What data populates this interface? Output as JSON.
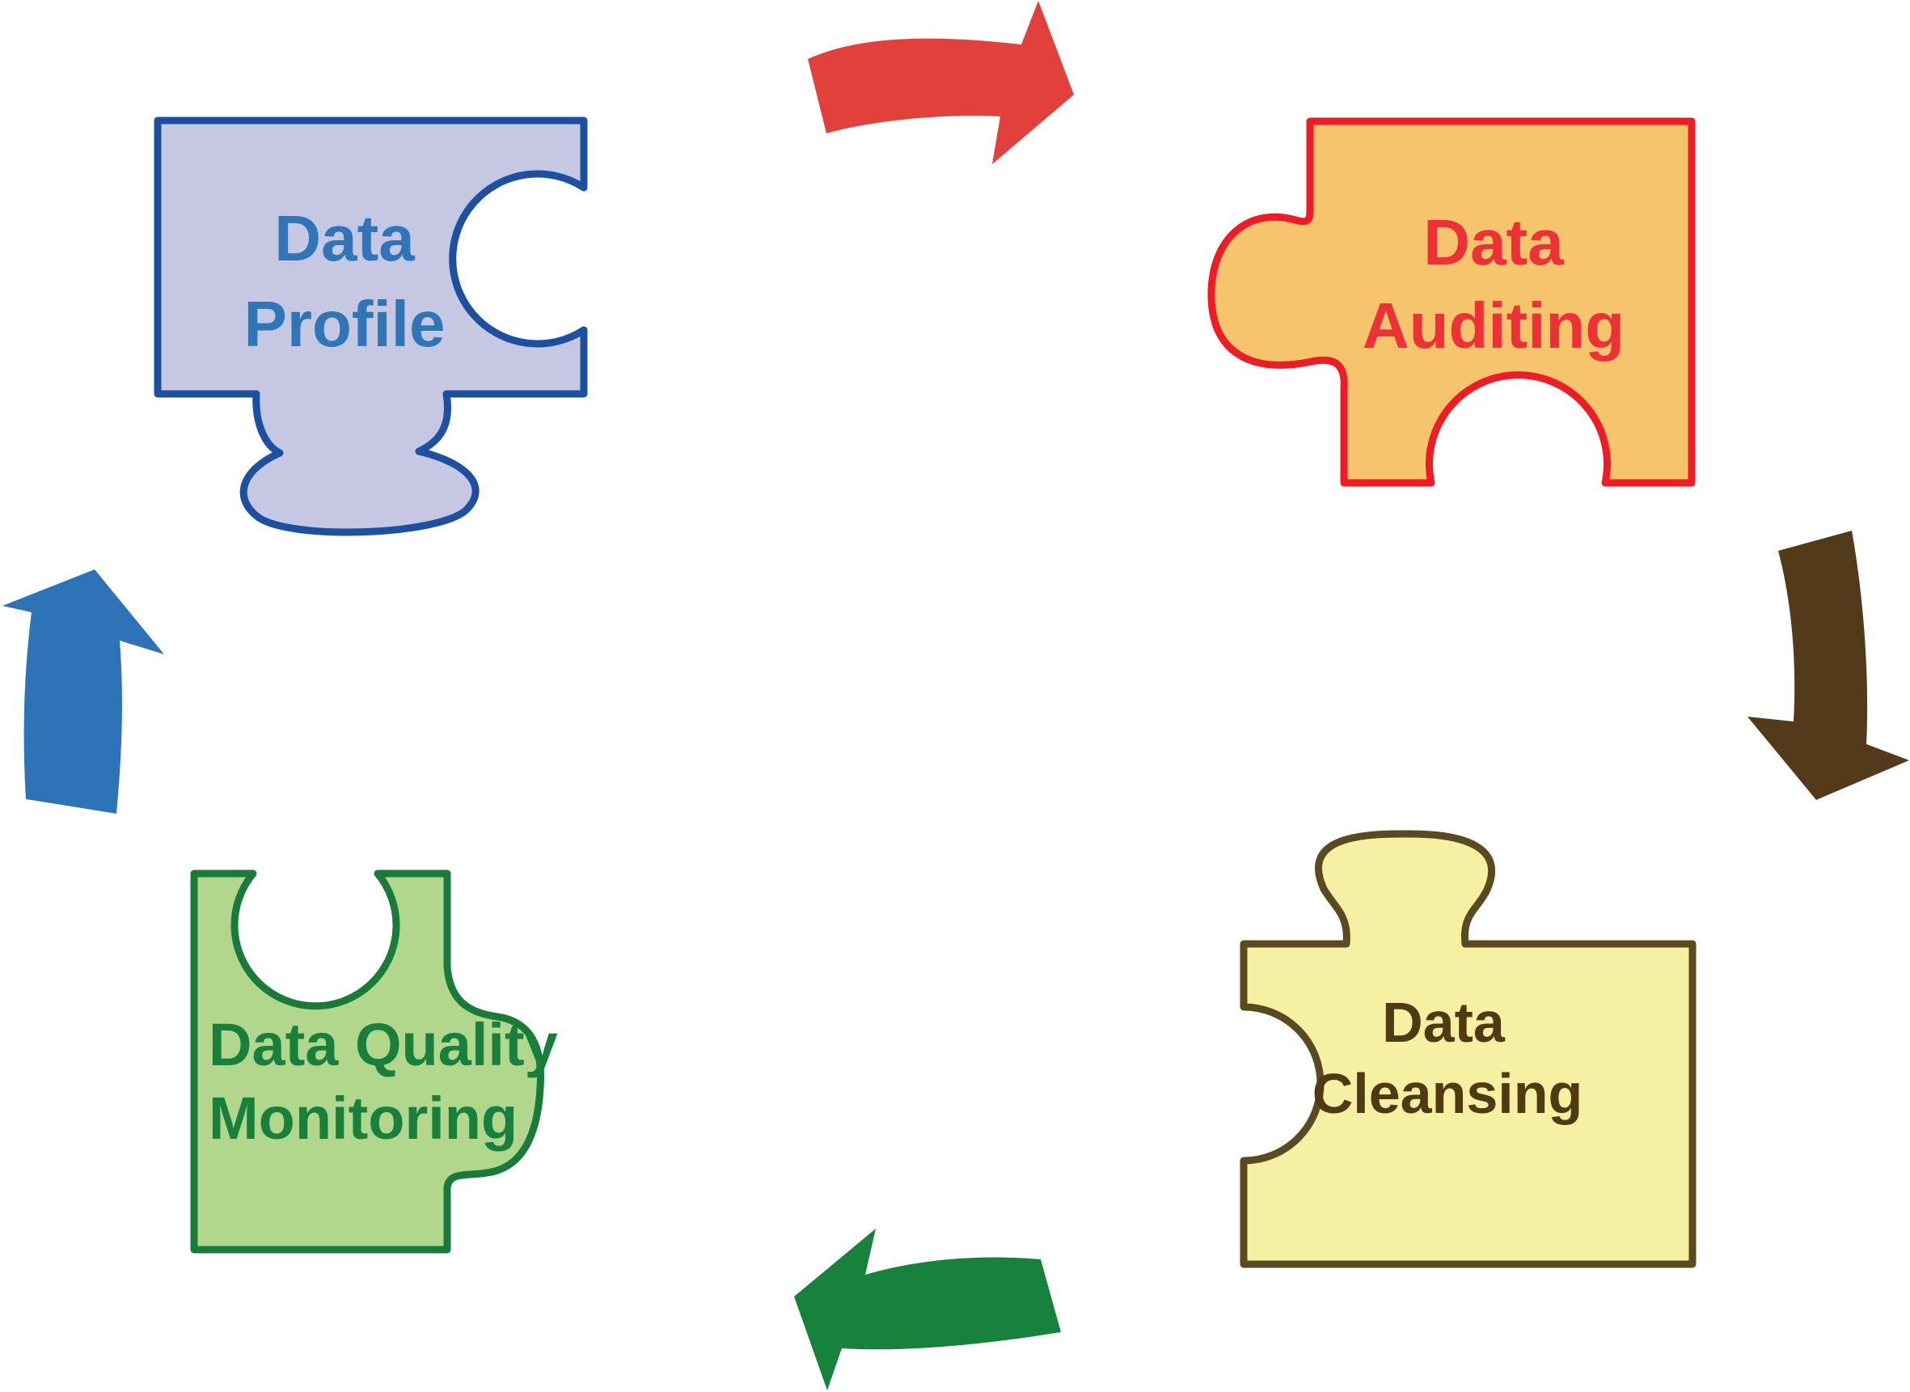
{
  "diagram": {
    "type": "cycle",
    "background_color": "#ffffff",
    "pieces": [
      {
        "id": "data-profile",
        "line1": "Data",
        "line2": "Profile",
        "fill": "#c6c7e2",
        "border": "#1d50a0",
        "text_color": "#2e76b8",
        "position": "top-left"
      },
      {
        "id": "data-auditing",
        "line1": "Data",
        "line2": "Auditing",
        "fill": "#f6c46d",
        "border": "#ee1c24",
        "text_color": "#ed3136",
        "position": "top-right"
      },
      {
        "id": "data-cleansing",
        "line1": "Data",
        "line2": "Cleansing",
        "fill": "#f5f0a2",
        "border": "#5a4a20",
        "text_color": "#4f3a14",
        "position": "bottom-right"
      },
      {
        "id": "data-quality-monitoring",
        "line1": "Data Quality",
        "line2": "Monitoring",
        "fill": "#b1d78d",
        "border": "#187b3a",
        "text_color": "#18803c",
        "position": "bottom-left"
      }
    ],
    "arrows": [
      {
        "id": "profile-to-auditing",
        "direction": "right",
        "color": "#e2413b",
        "position": "top"
      },
      {
        "id": "auditing-to-cleansing",
        "direction": "down",
        "color": "#533a1b",
        "position": "right"
      },
      {
        "id": "cleansing-to-monitoring",
        "direction": "left",
        "color": "#17823c",
        "position": "bottom"
      },
      {
        "id": "monitoring-to-profile",
        "direction": "up",
        "color": "#2e73b8",
        "position": "left"
      }
    ]
  }
}
